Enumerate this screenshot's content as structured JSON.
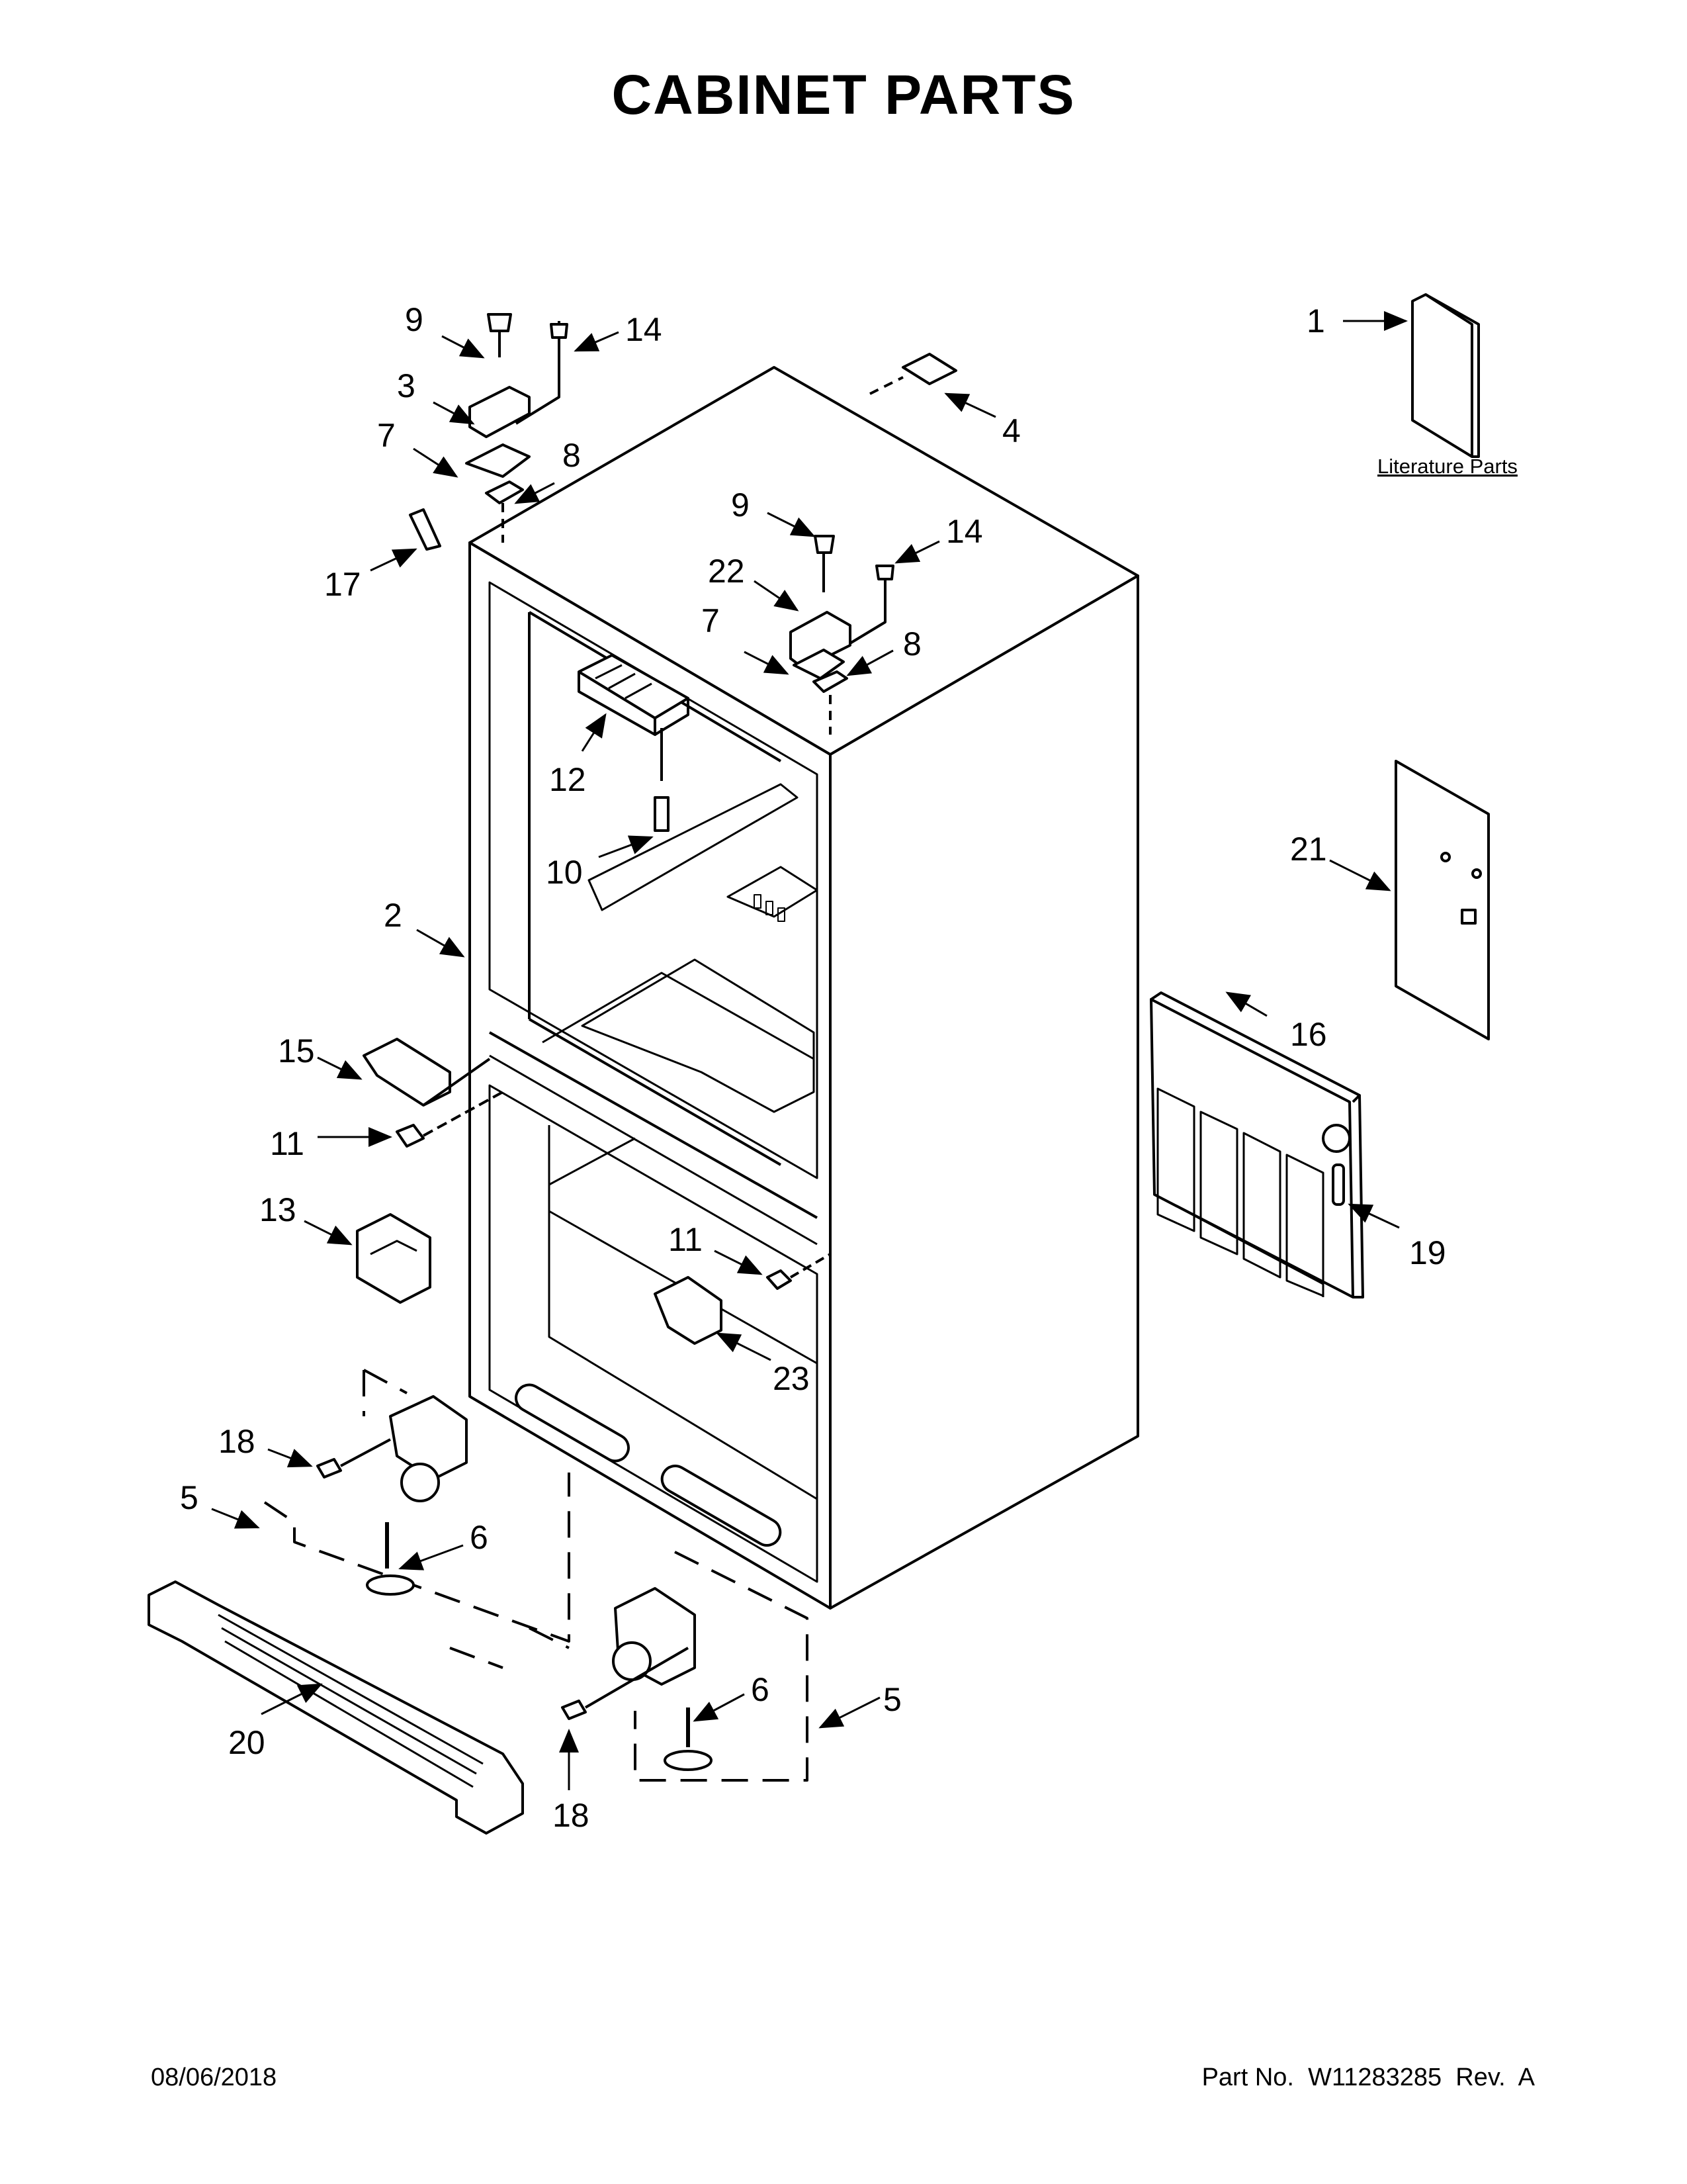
{
  "page": {
    "title": "CABINET PARTS",
    "date": "08/06/2018",
    "part_number_text": "Part No.  W11283285  Rev.  A"
  },
  "diagram": {
    "literature_label": "Literature Parts",
    "callouts": [
      {
        "id": "c9a",
        "text": "9"
      },
      {
        "id": "c14a",
        "text": "14"
      },
      {
        "id": "c3",
        "text": "3"
      },
      {
        "id": "c7a",
        "text": "7"
      },
      {
        "id": "c8a",
        "text": "8"
      },
      {
        "id": "c17",
        "text": "17"
      },
      {
        "id": "c4",
        "text": "4"
      },
      {
        "id": "c1",
        "text": "1"
      },
      {
        "id": "c9b",
        "text": "9"
      },
      {
        "id": "c14b",
        "text": "14"
      },
      {
        "id": "c22",
        "text": "22"
      },
      {
        "id": "c7b",
        "text": "7"
      },
      {
        "id": "c8b",
        "text": "8"
      },
      {
        "id": "c12",
        "text": "12"
      },
      {
        "id": "c10",
        "text": "10"
      },
      {
        "id": "c2",
        "text": "2"
      },
      {
        "id": "c21",
        "text": "21"
      },
      {
        "id": "c16",
        "text": "16"
      },
      {
        "id": "c15",
        "text": "15"
      },
      {
        "id": "c11a",
        "text": "11"
      },
      {
        "id": "c13",
        "text": "13"
      },
      {
        "id": "c11b",
        "text": "11"
      },
      {
        "id": "c19",
        "text": "19"
      },
      {
        "id": "c23",
        "text": "23"
      },
      {
        "id": "c18a",
        "text": "18"
      },
      {
        "id": "c5a",
        "text": "5"
      },
      {
        "id": "c6a",
        "text": "6"
      },
      {
        "id": "c20",
        "text": "20"
      },
      {
        "id": "c6b",
        "text": "6"
      },
      {
        "id": "c5b",
        "text": "5"
      },
      {
        "id": "c18b",
        "text": "18"
      }
    ]
  }
}
